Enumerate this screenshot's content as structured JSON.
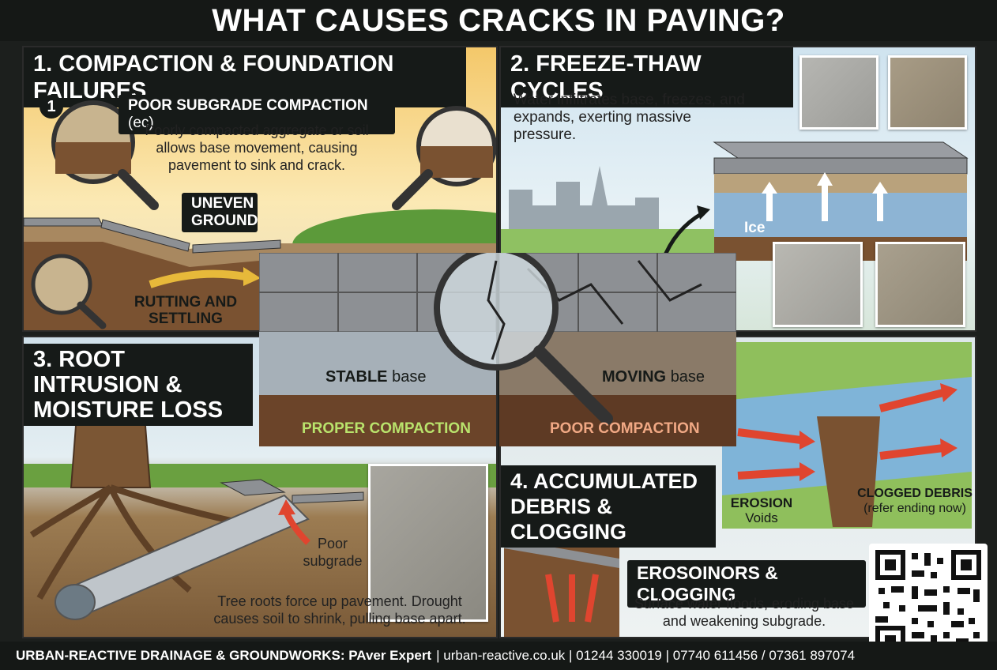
{
  "title": "WHAT CAUSES CRACKS IN PAVING?",
  "section1": {
    "heading": "1. COMPACTION & FOUNDATION FAILURES",
    "callout_number": "1",
    "callout_title": "POOR SUBGRADE COMPACTION",
    "callout_suffix": "(ec)",
    "callout_text": "Poorly compacted aggregate or soil allows base movement, causing pavement to sink and crack.",
    "uneven_label": "UNEVEN GROUND",
    "rutting_label": "RUTTING AND SETTLING"
  },
  "section2": {
    "heading": "2. FREEZE-THAW CYCLES",
    "text": "Water infiltrates base, freezes, and expands, exerting massive pressure.",
    "ice_label": "Ice"
  },
  "center": {
    "stable_strong": "STABLE",
    "stable_rest": "base",
    "proper": "PROPER COMPACTION",
    "moving_strong": "MOVING",
    "moving_rest": "base",
    "poor": "POOR COMPACTION"
  },
  "section3": {
    "heading": "3. ROOT INTRUSION & MOISTURE LOSS",
    "poor_subgrade": "Poor subgrade",
    "text": "Tree roots force up pavement. Drought causes soil to shrink, pulling base apart."
  },
  "section4": {
    "heading": "4. ACCUMULATED DEBRIS & CLOGGING",
    "erosion_strong": "EROSION",
    "erosion_rest": "Voids",
    "clogged_strong": "CLOGGED DEBRIS",
    "clogged_rest": "(refer ending now)",
    "sub_heading": "EROSOINORS & CLOGGING",
    "text": "Surface water floods, eroding base and weakening subgrade."
  },
  "footer": {
    "company": "URBAN-REACTIVE DRAINAGE & GROUNDWORKS: PAver Expert",
    "contact": "| urban-reactive.co.uk | 01244 330019 | 07740 611456 / 07361 897074"
  },
  "colors": {
    "dark": "#161a18",
    "soil": "#7a5231",
    "gravel": "#b9a27c",
    "paving": "#8d9094",
    "arrow_red": "#e0452f",
    "proper_green": "#b9e36c",
    "poor_orange": "#f0a884"
  }
}
